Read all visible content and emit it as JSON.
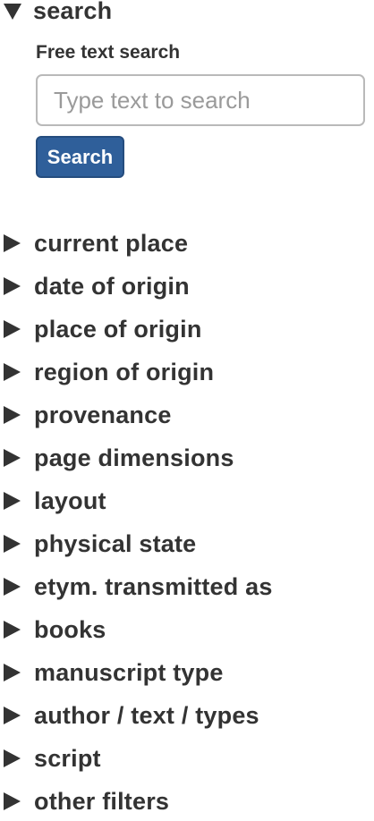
{
  "search_section": {
    "title": "search",
    "expanded": true,
    "icon": "triangle-down-icon",
    "field_label": "Free text search",
    "input_placeholder": "Type text to search",
    "input_value": "",
    "button_label": "Search",
    "button_color": "#2f5f9a"
  },
  "filters": [
    {
      "label": "current place",
      "icon": "triangle-right-icon",
      "expanded": false
    },
    {
      "label": "date of origin",
      "icon": "triangle-right-icon",
      "expanded": false
    },
    {
      "label": "place of origin",
      "icon": "triangle-right-icon",
      "expanded": false
    },
    {
      "label": "region of origin",
      "icon": "triangle-right-icon",
      "expanded": false
    },
    {
      "label": "provenance",
      "icon": "triangle-right-icon",
      "expanded": false
    },
    {
      "label": "page dimensions",
      "icon": "triangle-right-icon",
      "expanded": false
    },
    {
      "label": "layout",
      "icon": "triangle-right-icon",
      "expanded": false
    },
    {
      "label": "physical state",
      "icon": "triangle-right-icon",
      "expanded": false
    },
    {
      "label": "etym. transmitted as",
      "icon": "triangle-right-icon",
      "expanded": false
    },
    {
      "label": "books",
      "icon": "triangle-right-icon",
      "expanded": false
    },
    {
      "label": "manuscript type",
      "icon": "triangle-right-icon",
      "expanded": false
    },
    {
      "label": "author / text / types",
      "icon": "triangle-right-icon",
      "expanded": false
    },
    {
      "label": "script",
      "icon": "triangle-right-icon",
      "expanded": false
    },
    {
      "label": "other filters",
      "icon": "triangle-right-icon",
      "expanded": false
    }
  ]
}
